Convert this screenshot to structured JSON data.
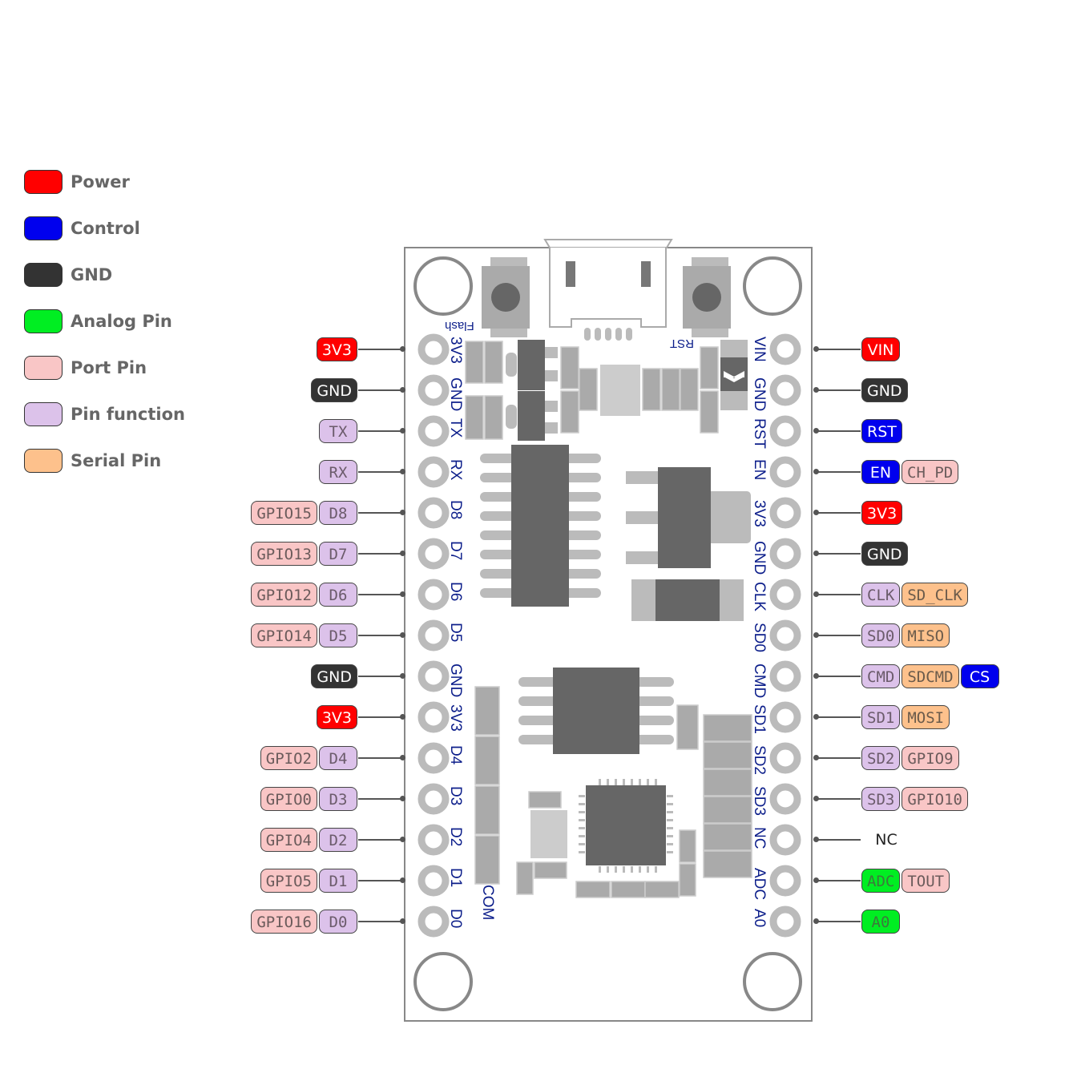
{
  "legend": [
    {
      "label": "Power",
      "color": "#ff0000"
    },
    {
      "label": "Control",
      "color": "#0000ee"
    },
    {
      "label": "GND",
      "color": "#333333"
    },
    {
      "label": "Analog Pin",
      "color": "#00ee22"
    },
    {
      "label": "Port Pin",
      "color": "#f9c6c6"
    },
    {
      "label": "Pin function",
      "color": "#dcc2ea"
    },
    {
      "label": "Serial Pin",
      "color": "#fdc18c"
    }
  ],
  "board": {
    "button_left_label": "Flash",
    "button_right_label": "RST",
    "com_label": "COM"
  },
  "left_pins": [
    {
      "silk": "3V3",
      "tags": [
        {
          "text": "3V3",
          "type": "power"
        }
      ]
    },
    {
      "silk": "GND",
      "tags": [
        {
          "text": "GND",
          "type": "gnd"
        }
      ]
    },
    {
      "silk": "TX",
      "tags": [
        {
          "text": "TX",
          "type": "func"
        }
      ]
    },
    {
      "silk": "RX",
      "tags": [
        {
          "text": "RX",
          "type": "func"
        }
      ]
    },
    {
      "silk": "D8",
      "tags": [
        {
          "text": "D8",
          "type": "func"
        },
        {
          "text": "GPIO15",
          "type": "port"
        }
      ]
    },
    {
      "silk": "D7",
      "tags": [
        {
          "text": "D7",
          "type": "func"
        },
        {
          "text": "GPIO13",
          "type": "port"
        }
      ]
    },
    {
      "silk": "D6",
      "tags": [
        {
          "text": "D6",
          "type": "func"
        },
        {
          "text": "GPIO12",
          "type": "port"
        }
      ]
    },
    {
      "silk": "D5",
      "tags": [
        {
          "text": "D5",
          "type": "func"
        },
        {
          "text": "GPIO14",
          "type": "port"
        }
      ]
    },
    {
      "silk": "GND",
      "tags": [
        {
          "text": "GND",
          "type": "gnd"
        }
      ]
    },
    {
      "silk": "3V3",
      "tags": [
        {
          "text": "3V3",
          "type": "power"
        }
      ]
    },
    {
      "silk": "D4",
      "tags": [
        {
          "text": "D4",
          "type": "func"
        },
        {
          "text": "GPIO2",
          "type": "port"
        }
      ]
    },
    {
      "silk": "D3",
      "tags": [
        {
          "text": "D3",
          "type": "func"
        },
        {
          "text": "GPIO0",
          "type": "port"
        }
      ]
    },
    {
      "silk": "D2",
      "tags": [
        {
          "text": "D2",
          "type": "func"
        },
        {
          "text": "GPIO4",
          "type": "port"
        }
      ]
    },
    {
      "silk": "D1",
      "tags": [
        {
          "text": "D1",
          "type": "func"
        },
        {
          "text": "GPIO5",
          "type": "port"
        }
      ]
    },
    {
      "silk": "D0",
      "tags": [
        {
          "text": "D0",
          "type": "func"
        },
        {
          "text": "GPIO16",
          "type": "port"
        }
      ]
    }
  ],
  "right_pins": [
    {
      "silk": "VIN",
      "tags": [
        {
          "text": "VIN",
          "type": "power"
        }
      ]
    },
    {
      "silk": "GND",
      "tags": [
        {
          "text": "GND",
          "type": "gnd"
        }
      ]
    },
    {
      "silk": "RST",
      "tags": [
        {
          "text": "RST",
          "type": "control"
        }
      ]
    },
    {
      "silk": "EN",
      "tags": [
        {
          "text": "EN",
          "type": "control"
        },
        {
          "text": "CH_PD",
          "type": "port"
        }
      ]
    },
    {
      "silk": "3V3",
      "tags": [
        {
          "text": "3V3",
          "type": "power"
        }
      ]
    },
    {
      "silk": "GND",
      "tags": [
        {
          "text": "GND",
          "type": "gnd"
        }
      ]
    },
    {
      "silk": "CLK",
      "tags": [
        {
          "text": "CLK",
          "type": "func"
        },
        {
          "text": "SD_CLK",
          "type": "serial"
        }
      ]
    },
    {
      "silk": "SD0",
      "tags": [
        {
          "text": "SD0",
          "type": "func"
        },
        {
          "text": "MISO",
          "type": "serial"
        }
      ]
    },
    {
      "silk": "CMD",
      "tags": [
        {
          "text": "CMD",
          "type": "func"
        },
        {
          "text": "SDCMD",
          "type": "serial"
        },
        {
          "text": "CS",
          "type": "control"
        }
      ]
    },
    {
      "silk": "SD1",
      "tags": [
        {
          "text": "SD1",
          "type": "func"
        },
        {
          "text": "MOSI",
          "type": "serial"
        }
      ]
    },
    {
      "silk": "SD2",
      "tags": [
        {
          "text": "SD2",
          "type": "func"
        },
        {
          "text": "GPIO9",
          "type": "port"
        }
      ]
    },
    {
      "silk": "SD3",
      "tags": [
        {
          "text": "SD3",
          "type": "func"
        },
        {
          "text": "GPIO10",
          "type": "port"
        }
      ]
    },
    {
      "silk": "NC",
      "tags": [
        {
          "text": "NC",
          "type": "nc"
        }
      ]
    },
    {
      "silk": "ADC",
      "tags": [
        {
          "text": "ADC",
          "type": "analog"
        },
        {
          "text": "TOUT",
          "type": "port"
        }
      ]
    },
    {
      "silk": "A0",
      "tags": [
        {
          "text": "A0",
          "type": "analog"
        }
      ]
    }
  ]
}
